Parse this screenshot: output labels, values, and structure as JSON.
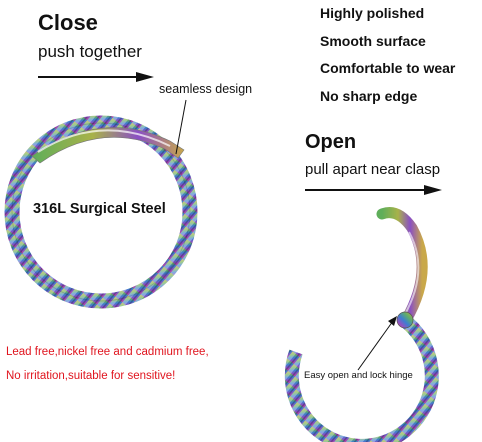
{
  "close": {
    "title": "Close",
    "subtitle": "push together"
  },
  "open": {
    "title": "Open",
    "subtitle": "pull apart near clasp"
  },
  "features": [
    "Highly polished",
    "Smooth surface",
    "Comfortable to wear",
    "No sharp edge"
  ],
  "labels": {
    "seamless": "seamless design",
    "material": "316L Surgical Steel",
    "hinge": "Easy open and lock hinge"
  },
  "warnings": [
    "Lead free,nickel free and cadmium free,",
    "No irritation,suitable for sensitive!"
  ],
  "colors": {
    "warning_text": "#e0141e",
    "ring_gold": "#c9a84a",
    "ring_green": "#6fb24a",
    "ring_blue": "#3c7fd1",
    "ring_purple": "#8a4fc4",
    "ring_magenta": "#c33f9a"
  }
}
